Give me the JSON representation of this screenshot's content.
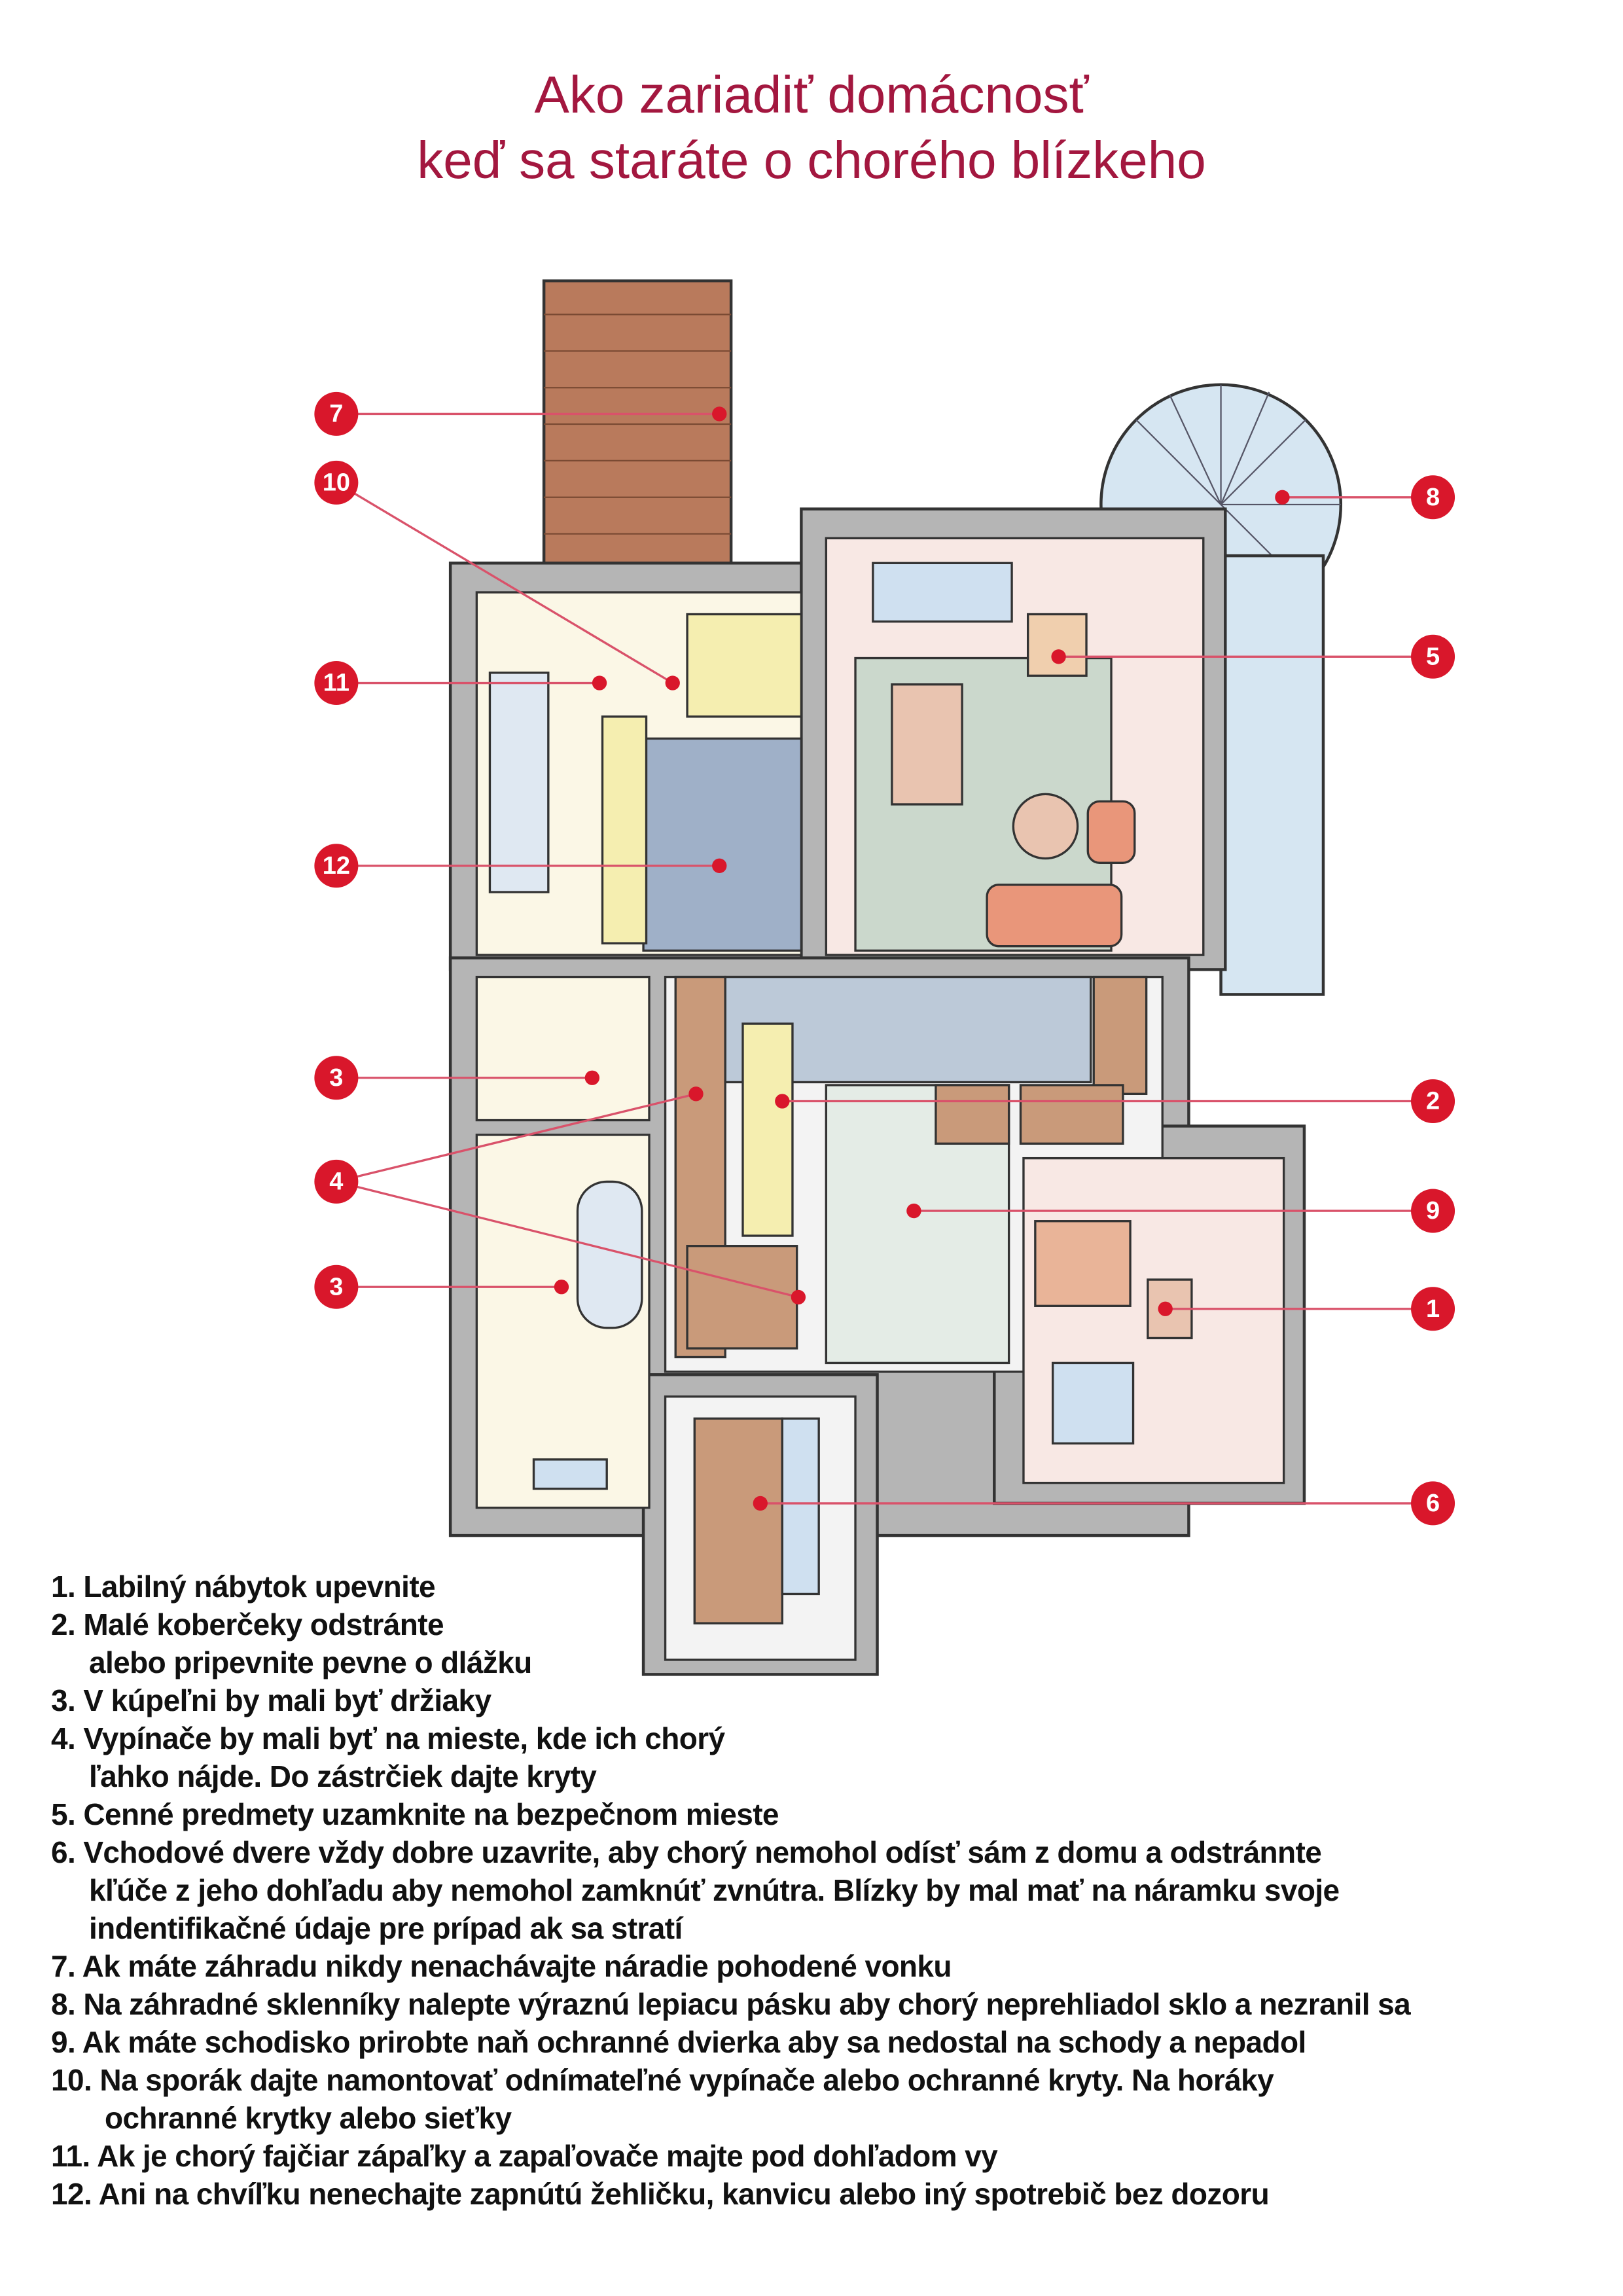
{
  "title": {
    "line1": "Ako zariadiť domácnosť",
    "line2": "keď sa staráte o chorého blízkeho"
  },
  "colors": {
    "title": "#a3173f",
    "marker": "#d9172b",
    "wall": "#b5b5b5"
  },
  "markers": [
    "7",
    "10",
    "11",
    "12",
    "3",
    "4",
    "3",
    "8",
    "5",
    "2",
    "9",
    "1",
    "6"
  ],
  "list": [
    {
      "text": "1. Labilný nábytok upevnite"
    },
    {
      "text": "2. Malé koberčeky odstránte",
      "cont": "alebo pripevnite pevne o dlážku"
    },
    {
      "text": "3. V kúpeľni by mali byť držiaky"
    },
    {
      "text": "4. Vypínače by mali byť na mieste, kde ich chorý",
      "cont": "ľahko nájde. Do zástrčiek dajte kryty"
    },
    {
      "text": "5. Cenné predmety uzamknite na bezpečnom mieste"
    },
    {
      "text": "6. Vchodové dvere vždy dobre uzavrite, aby chorý nemohol odísť sám z domu a odstránnte",
      "cont": "kľúče z jeho dohľadu aby nemohol zamknúť zvnútra. Blízky by mal mať na náramku svoje",
      "cont2": "indentifikačné údaje pre prípad ak sa stratí"
    },
    {
      "text": "7. Ak máte záhradu nikdy nenachávajte náradie pohodené vonku"
    },
    {
      "text": "8. Na záhradné sklenníky nalepte výraznú lepiacu pásku aby chorý neprehliadol sklo a nezranil sa"
    },
    {
      "text": "9. Ak máte schodisko prirobte naň ochranné dvierka aby sa nedostal na schody a nepadol"
    },
    {
      "text": "10. Na sporák dajte namontovať odnímateľné vypínače alebo ochranné kryty. Na horáky",
      "cont": "ochranné krytky alebo sieťky"
    },
    {
      "text": "11. Ak je chorý fajčiar zápaľky a zapaľovače majte pod dohľadom vy"
    },
    {
      "text": "12. Ani na chvíľku nenechajte zapnútú žehličku, kanvicu alebo iný spotrebič bez dozoru"
    }
  ]
}
